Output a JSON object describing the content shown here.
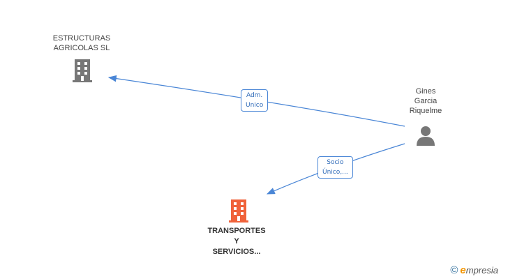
{
  "nodes": {
    "estructuras": {
      "label": "ESTRUCTURAS\nAGRICOLAS SL",
      "icon": "building-icon",
      "color": "#777777"
    },
    "transportes": {
      "label": "TRANSPORTES\nY\nSERVICIOS...",
      "icon": "building-icon",
      "color": "#f0623a"
    },
    "person": {
      "label": "Gines\nGarcia\nRiquelme",
      "icon": "person-icon",
      "color": "#777777"
    }
  },
  "edges": {
    "adm": {
      "label": "Adm.\nUnico"
    },
    "socio": {
      "label": "Socio\nÚnico,..."
    }
  },
  "brand": {
    "copyright": "©",
    "e": "e",
    "rest": "mpresia"
  },
  "colors": {
    "edge": "#4a86d6"
  }
}
